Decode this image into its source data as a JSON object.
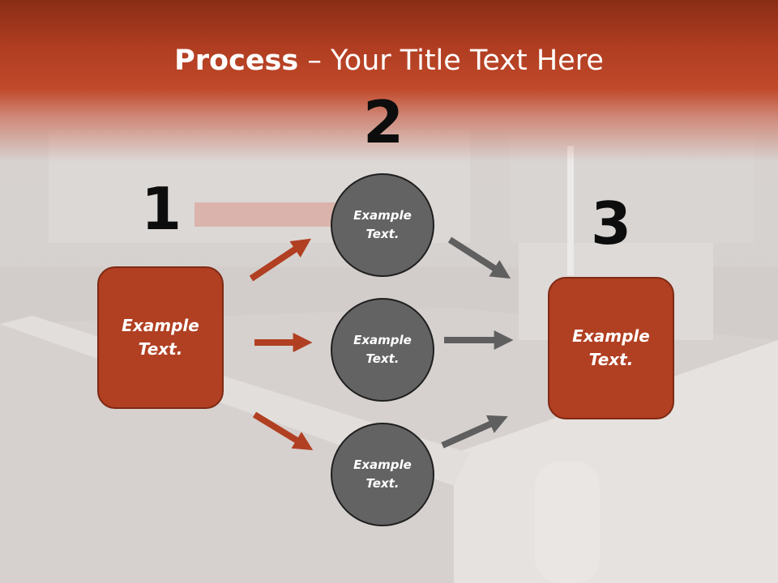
{
  "title": {
    "bold": "Process",
    "rest": " – Your Title Text Here"
  },
  "steps": {
    "one": {
      "number": "1",
      "box_text": "Example Text."
    },
    "two": {
      "number": "2",
      "circles": [
        "Example Text.",
        "Example Text.",
        "Example Text."
      ]
    },
    "three": {
      "number": "3",
      "box_text": "Example Text."
    }
  },
  "colors": {
    "accent": "#b13f22",
    "circle": "#636363",
    "arrow_gray": "#5f5f5f"
  }
}
